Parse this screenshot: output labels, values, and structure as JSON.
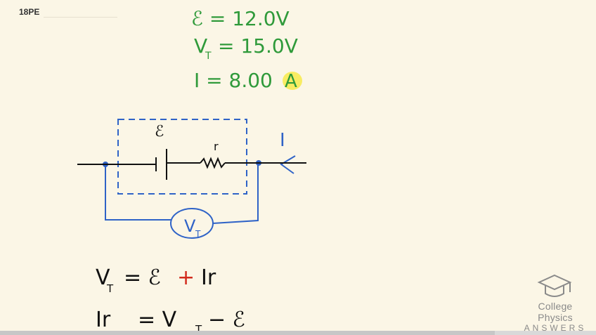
{
  "problem_tag": "18PE",
  "givens": {
    "emf": "ℰ = 12.0V",
    "terminal_voltage": "V",
    "terminal_voltage_sub": "T",
    "terminal_voltage_rest": "= 15.0V",
    "current": "I  =  8.00",
    "current_unit": "A"
  },
  "circuit": {
    "emf_symbol": "ℰ",
    "resistor_symbol": "r",
    "current_symbol": "I",
    "voltmeter": "V",
    "voltmeter_sub": "T"
  },
  "equations": {
    "eq1_left": "V",
    "eq1_left_sub": "T",
    "eq1_mid": "=  ℰ",
    "eq1_plus": "+",
    "eq1_right": "Ir",
    "eq2_left": "Ir",
    "eq2_mid": "=   V",
    "eq2_mid_sub": "T",
    "eq2_right": "−  ℰ"
  },
  "brand": {
    "line1": "College Physics",
    "line2": "ANSWERS"
  },
  "colors": {
    "givens": "#2f9a3a",
    "circuit": "#2f63c7",
    "equations": "#111111",
    "operator": "#d22b1d",
    "highlight": "#f7ea4a",
    "background": "#fbf6e6"
  },
  "video_progress": 0.83
}
